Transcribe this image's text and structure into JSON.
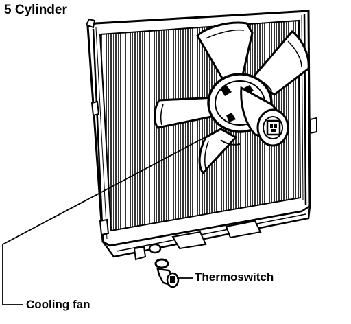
{
  "title": "5 Cylinder",
  "callouts": {
    "thermoswitch": "Thermoswitch",
    "cooling_fan": "Cooling fan"
  },
  "colors": {
    "ink": "#000000",
    "paper": "#ffffff"
  }
}
